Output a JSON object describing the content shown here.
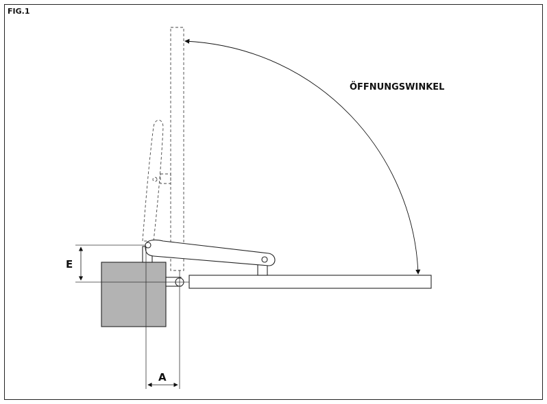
{
  "figure": {
    "label": "FIG.1",
    "angle_label": "ÖFFNUNGSWINKEL",
    "dim_e": "E",
    "dim_a": "A",
    "motor_color": "#b3b3b3"
  }
}
